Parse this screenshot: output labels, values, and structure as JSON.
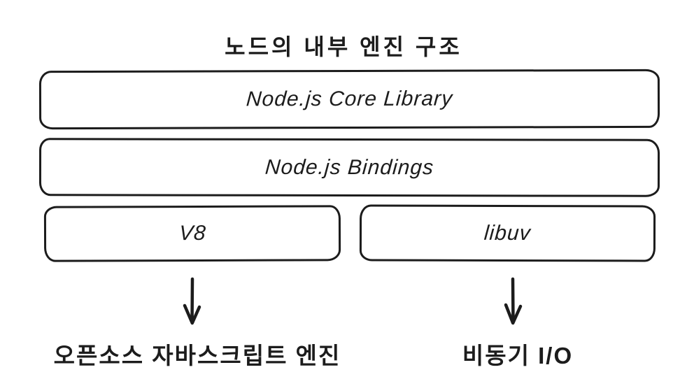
{
  "title": "노드의 내부 엔진 구조",
  "layers": {
    "core_library": "Node.js Core Library",
    "bindings": "Node.js Bindings",
    "v8": "V8",
    "libuv": "libuv"
  },
  "annotations": {
    "v8_note": "오픈소스 자바스크립트 엔진",
    "libuv_note": "비동기 I/O"
  },
  "icons": {
    "down_arrow": "arrow-down"
  },
  "colors": {
    "stroke": "#1c1c1c",
    "background": "#ffffff"
  }
}
